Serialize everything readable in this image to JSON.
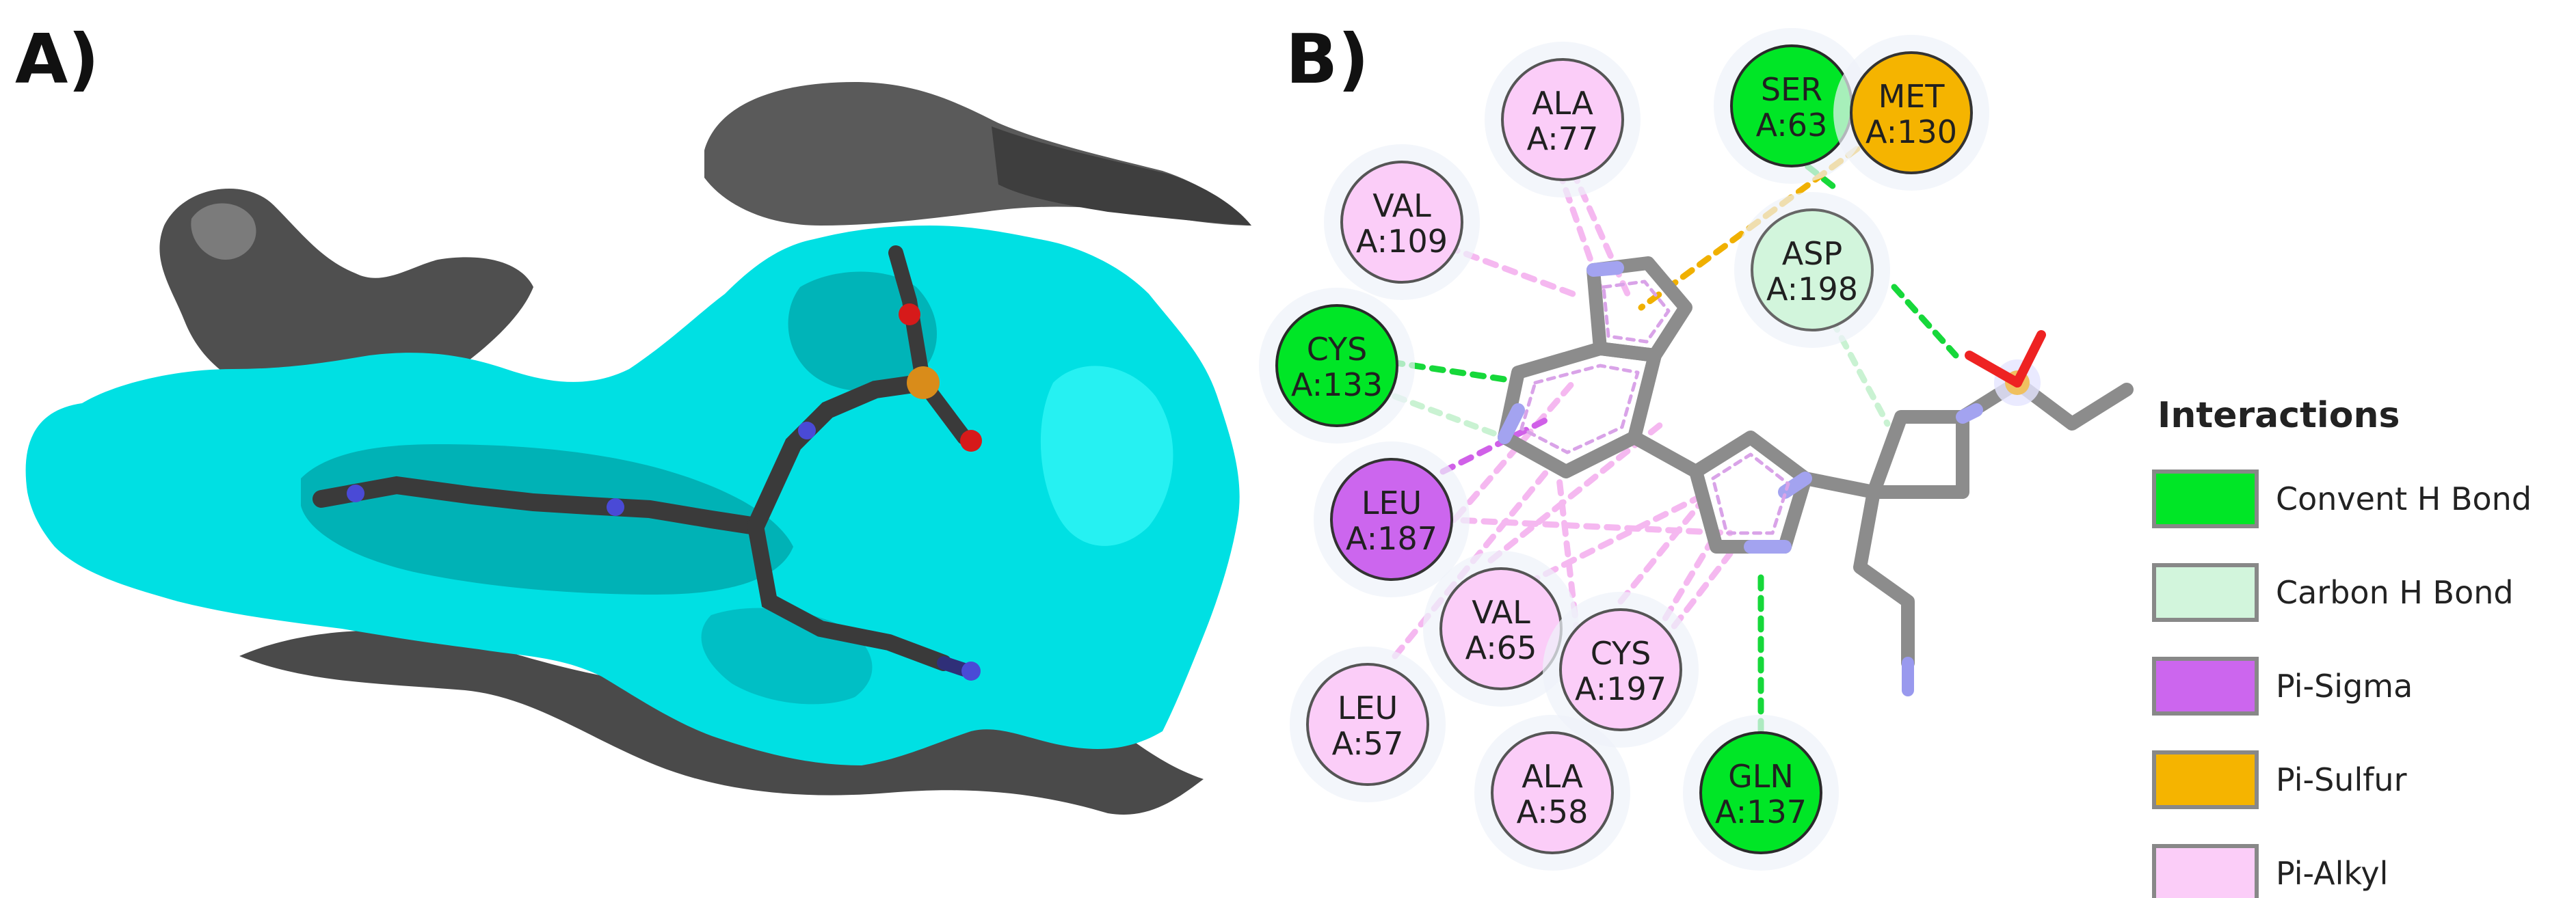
{
  "panels": {
    "a_label": "A)",
    "b_label": "B)"
  },
  "residues": [
    {
      "id": "ala77",
      "line1": "ALA",
      "line2": "A:77",
      "type": "pi_alkyl"
    },
    {
      "id": "ser63",
      "line1": "SER",
      "line2": "A:63",
      "type": "h_bond"
    },
    {
      "id": "met130",
      "line1": "MET",
      "line2": "A:130",
      "type": "pi_sulfur"
    },
    {
      "id": "val109",
      "line1": "VAL",
      "line2": "A:109",
      "type": "pi_alkyl"
    },
    {
      "id": "asp198",
      "line1": "ASP",
      "line2": "A:198",
      "type": "carbon_h_bond"
    },
    {
      "id": "cys133",
      "line1": "CYS",
      "line2": "A:133",
      "type": "h_bond"
    },
    {
      "id": "leu187",
      "line1": "LEU",
      "line2": "A:187",
      "type": "pi_sigma"
    },
    {
      "id": "val65",
      "line1": "VAL",
      "line2": "A:65",
      "type": "pi_alkyl"
    },
    {
      "id": "cys197",
      "line1": "CYS",
      "line2": "A:197",
      "type": "pi_alkyl"
    },
    {
      "id": "leu57",
      "line1": "LEU",
      "line2": "A:57",
      "type": "pi_alkyl"
    },
    {
      "id": "ala58",
      "line1": "ALA",
      "line2": "A:58",
      "type": "pi_alkyl"
    },
    {
      "id": "gln137",
      "line1": "GLN",
      "line2": "A:137",
      "type": "h_bond"
    }
  ],
  "legend": {
    "title": "Interactions",
    "items": [
      {
        "type": "h_bond",
        "label": "Convent H Bond"
      },
      {
        "type": "carbon_h_bond",
        "label": "Carbon  H Bond"
      },
      {
        "type": "pi_sigma",
        "label": "Pi-Sigma"
      },
      {
        "type": "pi_sulfur",
        "label": "Pi-Sulfur"
      },
      {
        "type": "pi_alkyl",
        "label": "Pi-Alkyl"
      }
    ]
  },
  "colors": {
    "h_bond": "#00e626",
    "carbon_h_bond": "#d2f5dc",
    "pi_sigma": "#cc66ee",
    "pi_sulfur": "#f5b400",
    "pi_alkyl": "#fbcdf8",
    "surface": "#00e5e5",
    "surface_dark": "#575757",
    "ligand_bond": "#8c8c8c",
    "nitrogen": "#9999ee",
    "sulfur": "#e8a838",
    "oxygen": "#ee2222"
  }
}
